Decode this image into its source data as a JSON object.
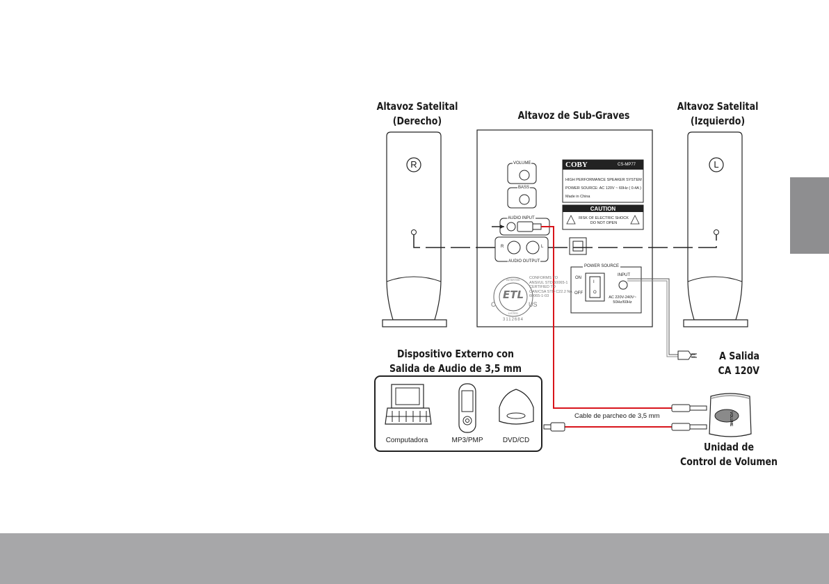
{
  "labels": {
    "right_satellite": [
      "Altavoz Satelital",
      "(Derecho)"
    ],
    "subwoofer": "Altavoz de Sub-Graves",
    "left_satellite": [
      "Altavoz Satelital",
      "(Izquierdo)"
    ],
    "external_device": [
      "Dispositivo Externo con",
      "Salida de Audio de 3,5 mm"
    ],
    "ac_outlet": [
      "A Salida",
      "CA 120V"
    ],
    "patch_cable": "Cable de parcheo de 3,5 mm",
    "volume_unit": [
      "Unidad de",
      "Control de Volumen"
    ]
  },
  "speakers": {
    "right_mark": "R",
    "left_mark": "L"
  },
  "subwoofer_panel": {
    "volume": "VOLUME",
    "bass": "BASS",
    "audio_input": "AUDIO INPUT",
    "audio_output": "AUDIO OUTPUT",
    "r": "R",
    "l": "L",
    "brand": "COBY",
    "model": "CS-MP77",
    "spec_lines": [
      "HIGH PERFORMANCE SPEAKER SYSTEM",
      "POWER SOURCE: AC 120V ~ 60Hz ( 0.4A )",
      "Made in China"
    ],
    "caution_title": "CAUTION",
    "caution_lines": [
      "RISK OF ELECTRIC SHOCK",
      "DO NOT OPEN"
    ],
    "etl_left": "C",
    "etl_right": "US",
    "etl_top": "INTERTEK",
    "etl_bottom": "LISTED",
    "etl_mark": "ETL",
    "etl_number": "3112684",
    "conformity": [
      "CONFORMS TO",
      "ANSI/UL STD 60065-1",
      "CERTIFIED TO",
      "CAN/CSA STD C22.2 No.",
      "60065-1-03"
    ],
    "power_source": "POWER SOURCE",
    "on": "ON",
    "off": "OFF",
    "switch_on": "I",
    "switch_off": "O",
    "input": "INPUT",
    "input_rating": [
      "AC 220V-240V~",
      "50Hz/60Hz"
    ]
  },
  "devices": [
    "Computadora",
    "MP3/PMP",
    "DVD/CD"
  ],
  "volume_unit_text": "VOLUME",
  "colors": {
    "cable": "#d8141b",
    "footer": "#a7a7a9",
    "tab": "#8e8e90"
  }
}
